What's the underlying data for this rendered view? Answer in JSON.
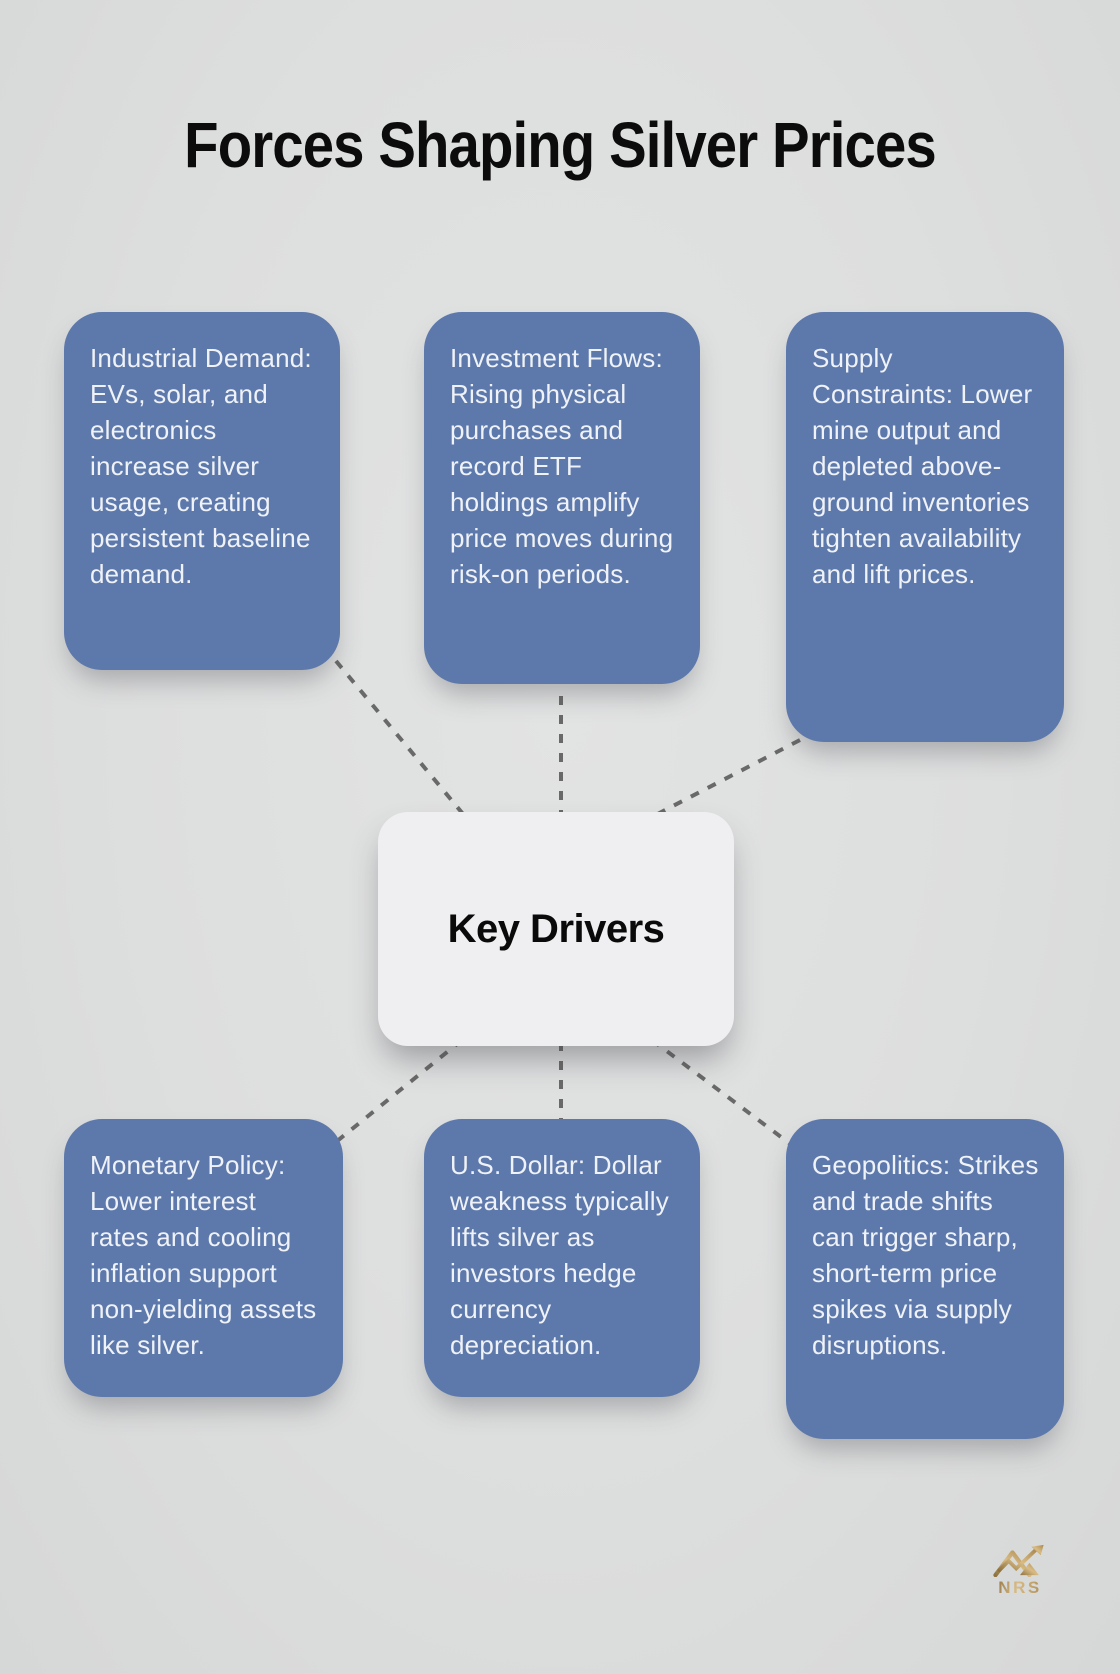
{
  "title": "Forces Shaping Silver Prices",
  "center": {
    "label": "Key Drivers"
  },
  "nodes": [
    {
      "id": "industrial-demand",
      "text": "Industrial Demand: EVs, solar, and electronics increase silver usage, creating persistent baseline demand."
    },
    {
      "id": "investment-flows",
      "text": "Investment Flows: Rising physical purchases and record ETF holdings amplify price moves during risk-on periods."
    },
    {
      "id": "supply-constraints",
      "text": "Supply Constraints: Lower mine output and depleted above-ground inventories tighten availability and lift prices."
    },
    {
      "id": "monetary-policy",
      "text": "Monetary Policy: Lower interest rates and cooling inflation support non-yielding assets like silver."
    },
    {
      "id": "us-dollar",
      "text": "U.S. Dollar: Dollar weakness typically lifts silver as investors hedge currency depreciation."
    },
    {
      "id": "geopolitics",
      "text": "Geopolitics: Strikes and trade shifts can trigger sharp, short-term price spikes via supply disruptions."
    }
  ],
  "logo": {
    "label": "NRS"
  },
  "colors": {
    "background": "#dddede",
    "node_bg": "#5d79ac",
    "node_text": "#eff2f7",
    "center_bg": "#efeff1",
    "connector": "#696969",
    "title_text": "#0c0c0c",
    "logo_gold": "#b5935a"
  }
}
